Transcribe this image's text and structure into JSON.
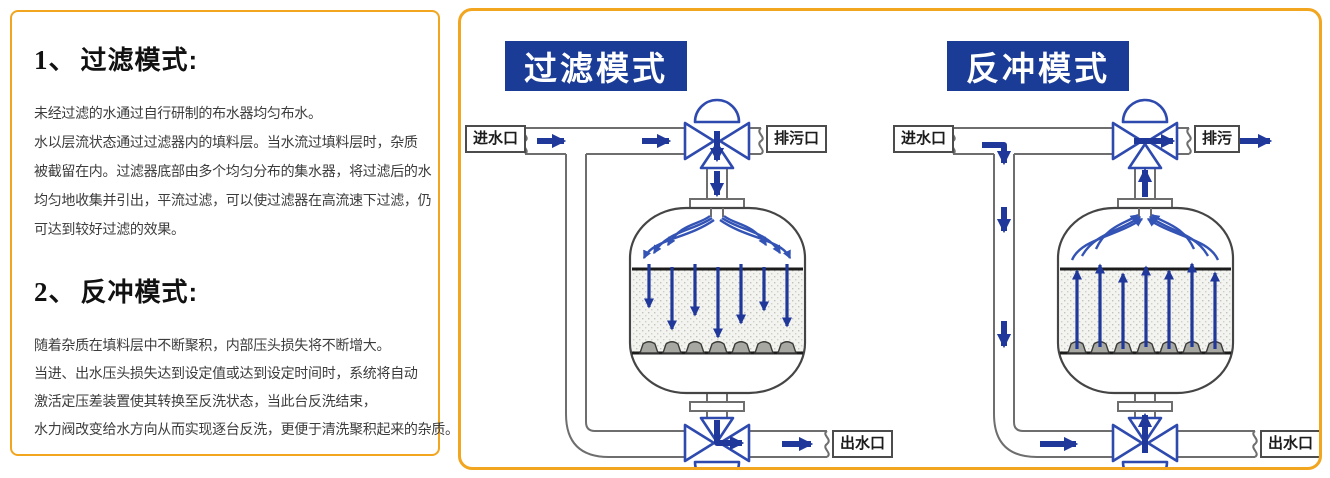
{
  "left_panel": {
    "sections": [
      {
        "num": "1、",
        "title": "过滤模式:",
        "lines": [
          "未经过滤的水通过自行研制的布水器均匀布水。",
          "水以层流状态通过过滤器内的填料层。当水流过填料层时，杂质",
          "被截留在内。过滤器底部由多个均匀分布的集水器，将过滤后的水",
          "均匀地收集并引出，平流过滤，可以使过滤器在高流速下过滤，仍",
          "可达到较好过滤的效果。"
        ]
      },
      {
        "num": "2、",
        "title": "反冲模式:",
        "lines": [
          "随着杂质在填料层中不断聚积，内部压头损失将不断增大。",
          "当进、出水压头损失达到设定值或达到设定时间时，系统将自动",
          "激活定压差装置使其转换至反洗状态，当此台反洗结束，",
          "水力阀改变给水方向从而实现逐台反洗，更便于清洗聚积起来的杂质。"
        ]
      }
    ]
  },
  "diagrams": {
    "filter": {
      "title": "过滤模式",
      "inlet_label": "进水口",
      "drain_label": "排污口",
      "outlet_label": "出水口"
    },
    "backwash": {
      "title": "反冲模式",
      "inlet_label": "进水口",
      "drain_label": "排污",
      "outlet_label": "出水口"
    }
  },
  "colors": {
    "accent_blue": "#1B3C96",
    "arrow_navy": "#21389B",
    "valve_blue": "#2E4AAE",
    "fan_blue": "#3353B5",
    "border_orange": "#F2A51F",
    "pipe_gray": "#6E6E6E"
  }
}
